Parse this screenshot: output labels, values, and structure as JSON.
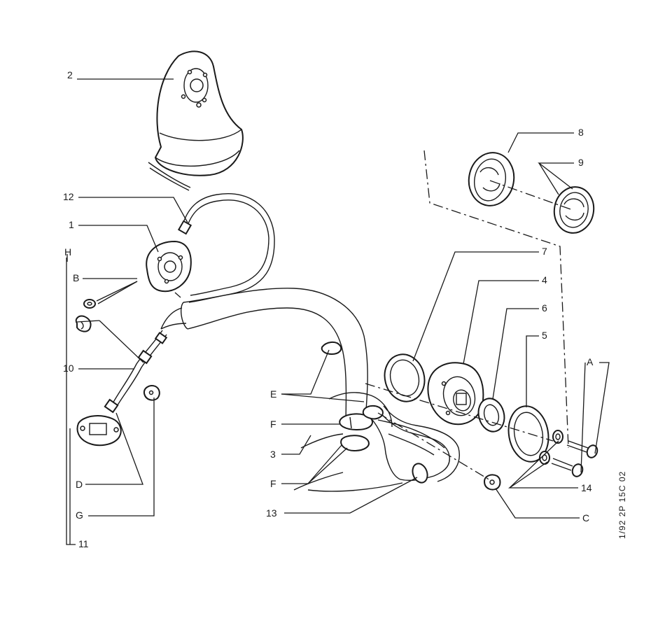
{
  "diagram": {
    "reference_code": "1/92  2P 15C 02",
    "callouts": {
      "c1": "1",
      "c2": "2",
      "c3": "3",
      "c4": "4",
      "c5": "5",
      "c6": "6",
      "c7": "7",
      "c8": "8",
      "c9": "9",
      "c10": "10",
      "c11": "11",
      "c12": "12",
      "c13": "13",
      "c14": "14",
      "cA": "A",
      "cB": "B",
      "cC": "C",
      "cD": "D",
      "cE": "E",
      "cF1": "F",
      "cF2": "F",
      "cG": "G",
      "cH": "H"
    }
  }
}
